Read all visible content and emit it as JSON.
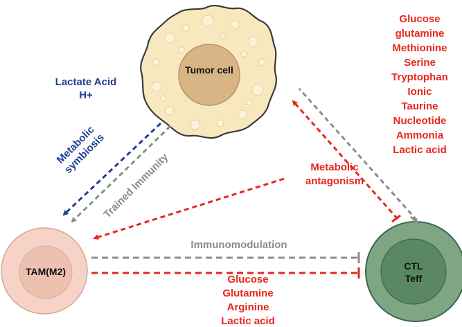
{
  "nodes": {
    "tumor_cell": "Tumor cell",
    "tam": "TAM(M2)",
    "ctl_line1": "CTL",
    "ctl_line2": "Teff"
  },
  "labels": {
    "lactate_line1": "Lactate Acid",
    "lactate_line2": "H+",
    "metabolic_symbiosis_line1": "Metabolic",
    "metabolic_symbiosis_line2": "symbiosis",
    "trained_immunity": "Trained Immunity",
    "metabolic_antagonism_line1": "Metabolic",
    "metabolic_antagonism_line2": "antagonism",
    "immunomodulation": "Immunomodulation"
  },
  "tumor_ctl_metabolites": [
    "Glucose",
    "glutamine",
    "Methionine",
    "Serine",
    "Tryptophan",
    "Ionic",
    "Taurine",
    "Nucleotide",
    "Ammonia",
    "Lactic acid"
  ],
  "tam_ctl_metabolites": [
    "Glucose",
    "Glutamine",
    "Arginine",
    "Lactic acid"
  ],
  "colors": {
    "red": "#e8261d",
    "blue": "#1f3f94",
    "gray": "#8c8c8c",
    "tumor_fill": "#f7e9bd",
    "tumor_nucleus": "#d9b585",
    "tam_fill": "#f6d3c6",
    "ctl_fill": "#7ea684",
    "ctl_nucleus": "#5a8863"
  }
}
